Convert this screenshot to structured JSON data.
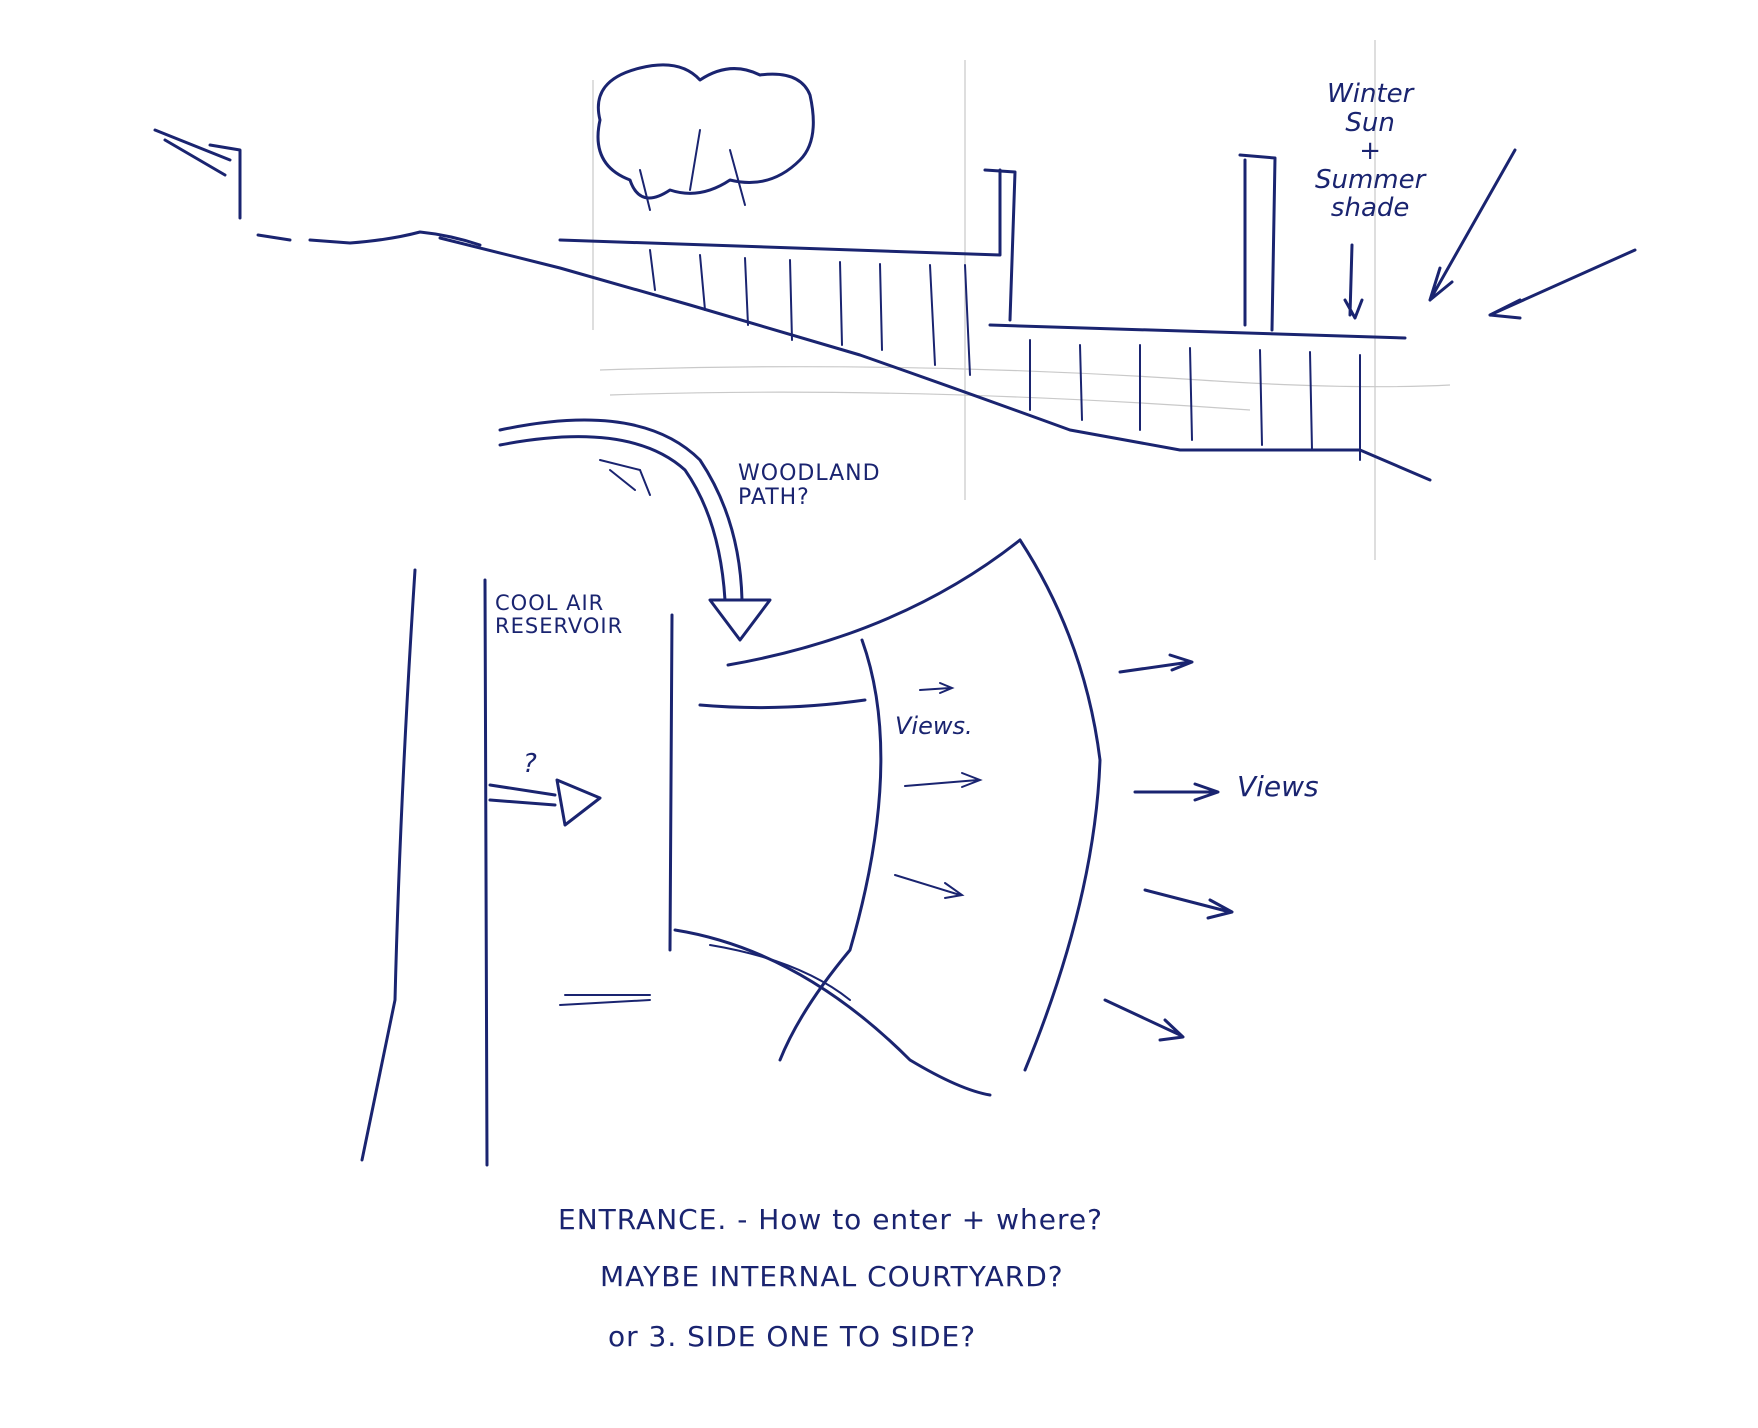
{
  "sketch": {
    "ink_color": "#1a2470",
    "pencil_color": "#c9c9c9",
    "background": "#ffffff",
    "labels": {
      "sun": "Winter\nSun\n+\nSummer\nshade",
      "woodland": "WOODLAND\nPATH?",
      "cool_air": "COOL AIR\nRESERVOIR",
      "question": "?",
      "views_inner": "Views.",
      "views_outer": "Views"
    },
    "notes": [
      "ENTRANCE. - How to enter + where?",
      "MAYBE INTERNAL COURTYARD?",
      "or 3. SIDE ONE TO SIDE?"
    ]
  }
}
